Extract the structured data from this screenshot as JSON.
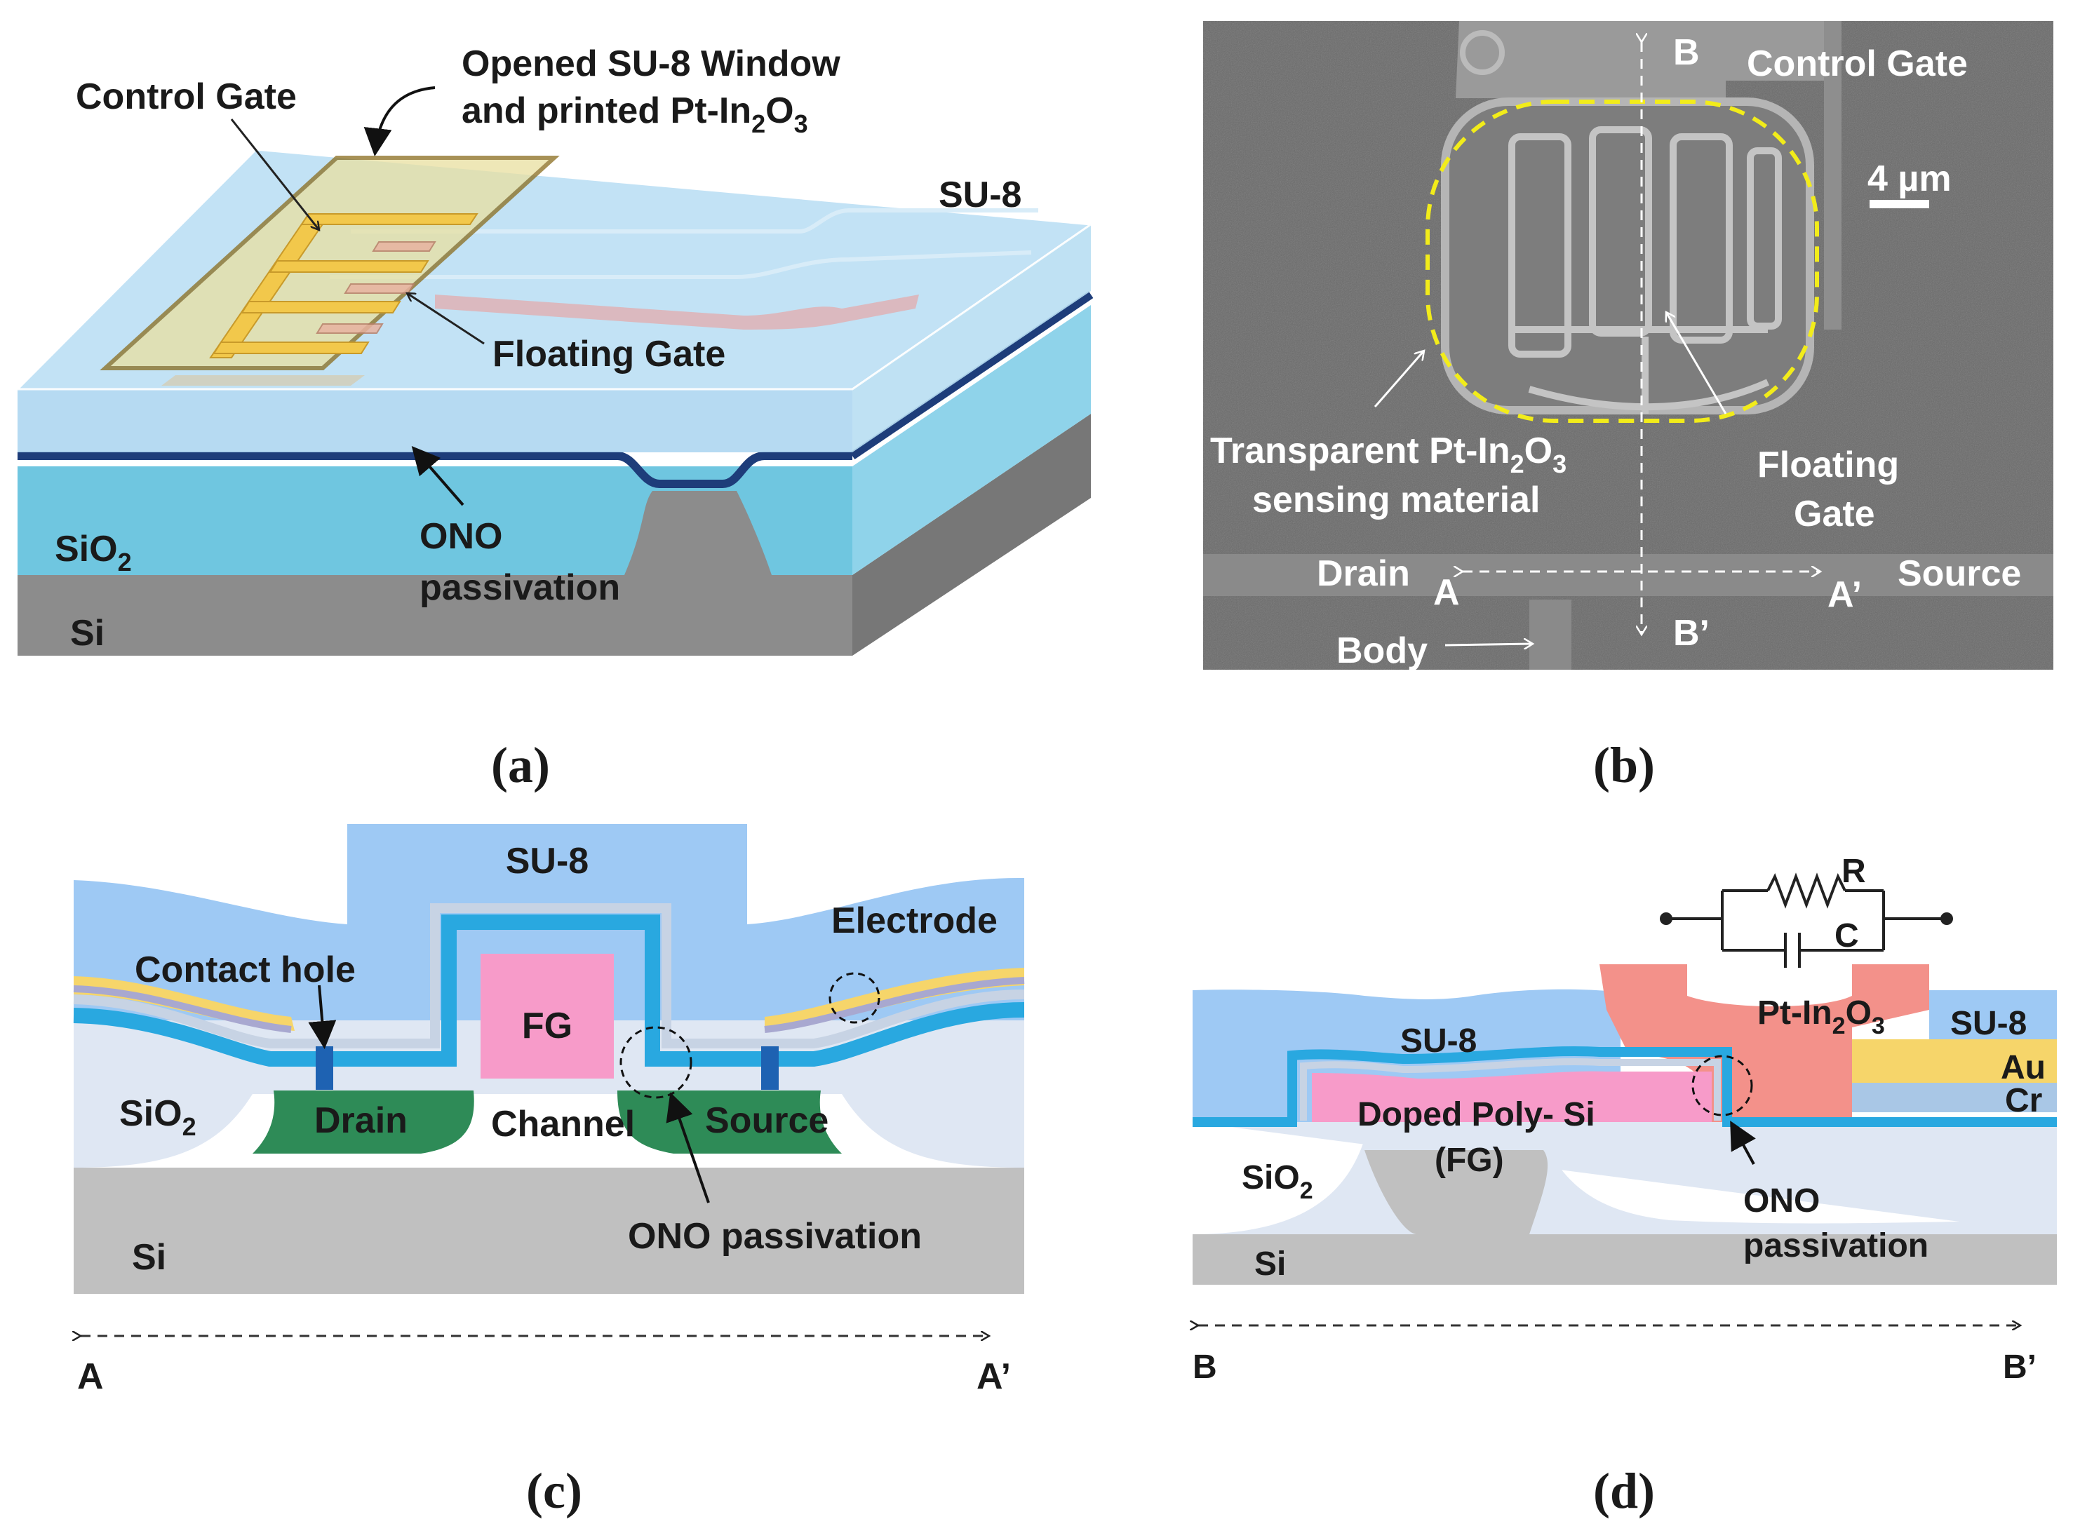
{
  "panel_a": {
    "caption": "(a)",
    "control_gate": "Control Gate",
    "window_line1": "Opened SU-8 Window",
    "window_line2_prefix": "and printed Pt-In",
    "window_sub1": "2",
    "window_mid": "O",
    "window_sub2": "3",
    "su8": "SU-8",
    "floating_gate": "Floating Gate",
    "sio2_main": "SiO",
    "sio2_sub": "2",
    "ono_line1": "ONO",
    "ono_line2": "passivation",
    "si": "Si"
  },
  "panel_b": {
    "caption": "(b)",
    "b_label": "B",
    "b_prime": "B’",
    "control_gate": "Control Gate",
    "scale": "4 µm",
    "sensing_line1_prefix": "Transparent Pt-In",
    "sensing_sub1": "2",
    "sensing_mid": "O",
    "sensing_sub2": "3",
    "sensing_line2": "sensing material",
    "fg_line1": "Floating",
    "fg_line2": "Gate",
    "drain": "Drain",
    "a_label": "A",
    "a_prime": "A’",
    "source": "Source",
    "body": "Body"
  },
  "panel_c": {
    "caption": "(c)",
    "su8": "SU-8",
    "electrode": "Electrode",
    "contact_hole": "Contact hole",
    "fg": "FG",
    "sio2_main": "SiO",
    "sio2_sub": "2",
    "drain": "Drain",
    "channel": "Channel",
    "source": "Source",
    "ono": "ONO passivation",
    "si": "Si",
    "a_label": "A",
    "a_prime": "A’"
  },
  "panel_d": {
    "caption": "(d)",
    "r": "R",
    "c": "C",
    "pt_prefix": "Pt-In",
    "pt_sub1": "2",
    "pt_mid": "O",
    "pt_sub2": "3",
    "su8_left": "SU-8",
    "su8_right": "SU-8",
    "au": "Au",
    "cr": "Cr",
    "doped_poly": "Doped Poly- Si",
    "fg": "(FG)",
    "sio2_main": "SiO",
    "sio2_sub": "2",
    "ono_line1": "ONO",
    "ono_line2": "passivation",
    "si": "Si",
    "b_label": "B",
    "b_prime": "B’"
  }
}
